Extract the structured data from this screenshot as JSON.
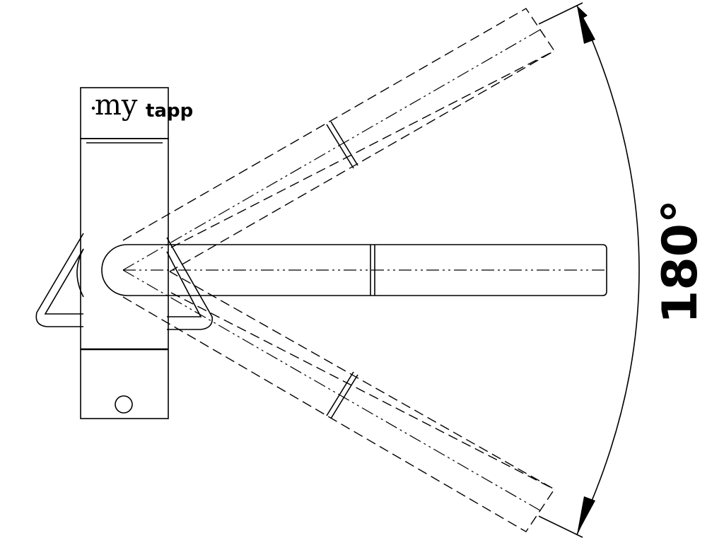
{
  "logo": {
    "prefix": "my",
    "brand": "tapp"
  },
  "rotation": {
    "angle_label": "180°",
    "angle_degrees": 180
  }
}
